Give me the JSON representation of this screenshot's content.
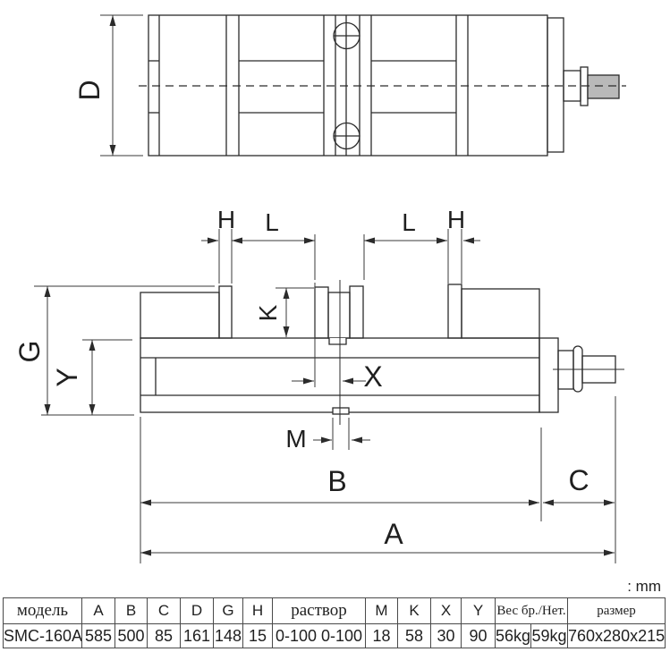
{
  "units_note": ": mm",
  "drawing": {
    "labels": {
      "A": "A",
      "B": "B",
      "C": "C",
      "D": "D",
      "G": "G",
      "H": "H",
      "K": "K",
      "L": "L",
      "M": "M",
      "X": "X",
      "Y": "Y"
    }
  },
  "colors": {
    "line": "#2b2b2b",
    "dim": "#3a3a3a",
    "shaft_fill": "#b9b9b9"
  },
  "table": {
    "headers": [
      "модель",
      "A",
      "B",
      "C",
      "D",
      "G",
      "H",
      "раствор",
      "M",
      "K",
      "X",
      "Y",
      "Вес бр./Нет.",
      "размер"
    ],
    "row": [
      "SMC-160A",
      "585",
      "500",
      "85",
      "161",
      "148",
      "15",
      "0-100 0-100",
      "18",
      "58",
      "30",
      "90",
      "56kg",
      "59kg",
      "760x280x215"
    ]
  }
}
